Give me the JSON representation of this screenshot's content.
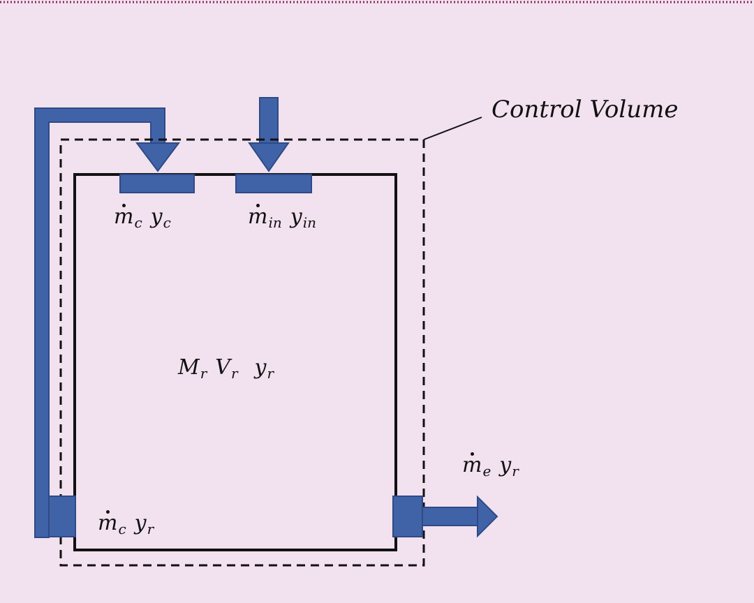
{
  "diagram": {
    "control_volume_label": "Control Volume",
    "labels": {
      "recycle_in": {
        "m": "m",
        "m_sub": "c",
        "y": "y",
        "y_sub": "c"
      },
      "feed_in": {
        "m": "m",
        "m_sub": "in",
        "y": "y",
        "y_sub": "in"
      },
      "reactor": {
        "M": "M",
        "M_sub": "r",
        "V": "V",
        "V_sub": "r",
        "y": "y",
        "y_sub": "r"
      },
      "exit": {
        "m": "m",
        "m_sub": "e",
        "y": "y",
        "y_sub": "r"
      },
      "recycle_out": {
        "m": "m",
        "m_sub": "c",
        "y": "y",
        "y_sub": "r"
      }
    },
    "colors": {
      "background": "#f2e1ef",
      "stream": "#4063a8",
      "stream_edge": "#2e4a86",
      "outline": "#111111"
    }
  }
}
